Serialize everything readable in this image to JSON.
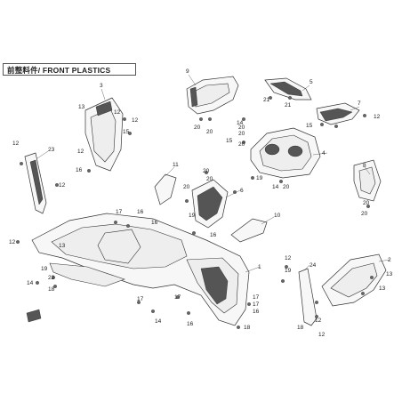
{
  "title": "前整料件/ FRONT PLASTICS",
  "callouts": [
    "1",
    "2",
    "3",
    "4",
    "5",
    "6",
    "7",
    "8",
    "9",
    "10",
    "11",
    "12",
    "13",
    "14",
    "15",
    "16",
    "17",
    "18",
    "19",
    "20",
    "21",
    "22",
    "23",
    "24"
  ],
  "part_numbers": {
    "p9": "9",
    "p21a": "21",
    "p21b": "21",
    "p5": "5",
    "p20a": "20",
    "p20b": "20",
    "p20c": "20",
    "p3": "3",
    "p13a": "13",
    "p12a": "12",
    "p12b": "12",
    "p15a": "15",
    "p12c": "12",
    "p16a": "16",
    "p7": "7",
    "p15b": "15",
    "p12d": "12",
    "p14a": "14",
    "p20d": "20",
    "p15c": "15",
    "p20e": "20",
    "p4": "4",
    "p19a": "19",
    "p14b": "14",
    "p20f": "20",
    "p12e": "12",
    "p23": "23",
    "p12f": "12",
    "p11": "11",
    "p20g": "20",
    "p20h": "20",
    "p20i": "20",
    "p6": "6",
    "p19b": "19",
    "p8": "8",
    "p20j": "20",
    "p20k": "20",
    "p10": "10",
    "p17a": "17",
    "p16b": "16",
    "p16c": "16",
    "p16d": "16",
    "p12g": "12",
    "p19c": "19",
    "p14c": "14",
    "p22": "22",
    "p18a": "18",
    "p13b": "13",
    "p1": "1",
    "p17b": "17",
    "p14d": "14",
    "p17c": "17",
    "p16e": "16",
    "p18b": "18",
    "p12h": "12",
    "p19d": "19",
    "p17d": "17",
    "p17e": "17",
    "p16f": "16",
    "p18c": "18",
    "p24": "24",
    "p2": "2",
    "p13c": "13",
    "p12i": "12",
    "p12j": "12",
    "p13d": "13"
  }
}
